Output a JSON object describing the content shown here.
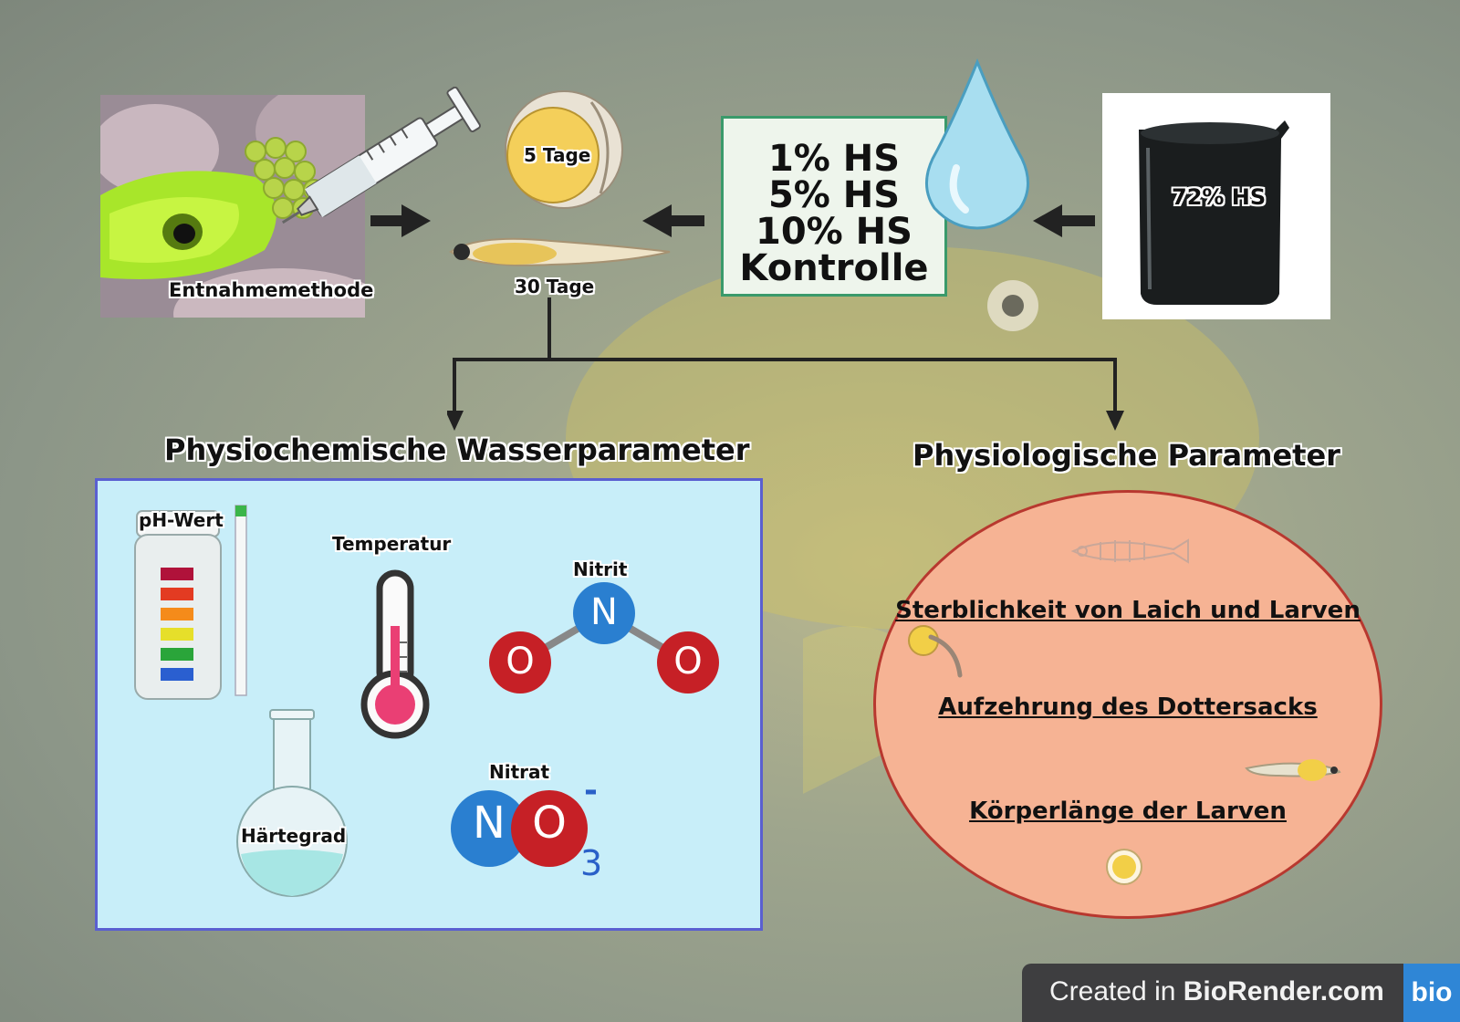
{
  "labels": {
    "entnahme": "Entnahmemethode",
    "five_days": "5 Tage",
    "thirty_days": "30 Tage",
    "hs72": "72% HS"
  },
  "treatments": [
    "1% HS",
    "5% HS",
    "10% HS",
    "Kontrolle"
  ],
  "water_params": {
    "heading": "Physiochemische Wasserparameter",
    "ph": "pH-Wert",
    "temp": "Temperatur",
    "nitrite": "Nitrit",
    "hardness": "Härtegrad",
    "nitrate": "Nitrat",
    "atom_n": "N",
    "atom_o": "O",
    "charge": "-",
    "subscript": "3"
  },
  "physiological": {
    "heading": "Physiologische Parameter",
    "items": [
      "Sterblichkeit von Laich und Larven",
      "Aufzehrung des Dottersacks",
      "Körperlänge der Larven"
    ]
  },
  "footer": {
    "prefix": "Created in ",
    "brand": "BioRender.com",
    "logo": "bio"
  },
  "colors": {
    "box_border": "#3a9a6b",
    "chem_bg": "#c8eef9",
    "phys_bg": "#f6b394",
    "phys_border": "#b8382f",
    "oxygen": "#c62026",
    "nitrogen": "#2a7fd0"
  }
}
